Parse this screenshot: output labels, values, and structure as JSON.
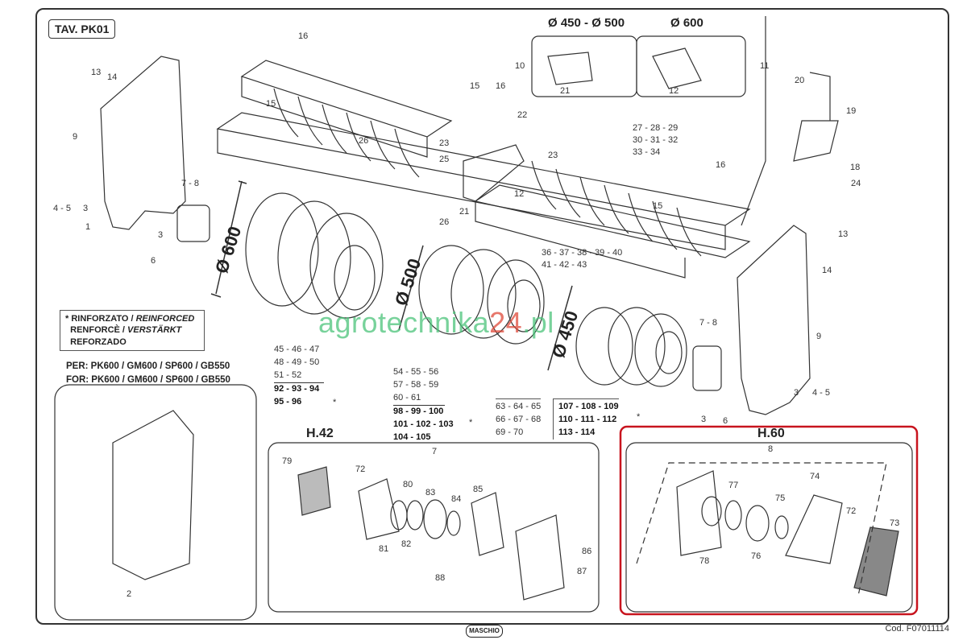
{
  "title": "TAV. PK01",
  "diameters": {
    "d450_500": "Ø 450 - Ø 500",
    "d600": "Ø 600",
    "roller600": "Ø 600",
    "roller500": "Ø 500",
    "roller450": "Ø 450"
  },
  "note": {
    "line1a": "* RINFORZATO / ",
    "line1b": "REINFORCED",
    "line2a": "RENFORCÈ / ",
    "line2b": "VERSTÄRKT",
    "line3": "REFORZADO"
  },
  "models": {
    "per": "PER: PK600 / GM600 / SP600 / GB550",
    "for": "FOR: PK600 / GM600 / SP600 / GB550"
  },
  "groups": {
    "g600": {
      "normal": [
        "45 - 46 - 47",
        "48 - 49 - 50",
        "51 - 52"
      ],
      "reinforced": [
        "92 - 93 - 94",
        "95 - 96"
      ]
    },
    "g500": {
      "normal": [
        "54 - 55 - 56",
        "57 - 58 - 59",
        "60 - 61"
      ],
      "reinforced": [
        "98 - 99 - 100",
        "101 - 102 - 103",
        "104 - 105"
      ]
    },
    "g450": {
      "normal": [
        "63 - 64 - 65",
        "66 - 67 - 68",
        "69 - 70"
      ],
      "reinforced": [
        "107 - 108 - 109",
        "110 - 111 - 112",
        "113 - 114"
      ]
    },
    "asterisk": "*"
  },
  "callouts": [
    "16",
    "13",
    "14",
    "15",
    "15",
    "16",
    "22",
    "9",
    "26",
    "25",
    "23",
    "23",
    "21",
    "12",
    "10",
    "11",
    "20",
    "19",
    "18",
    "24",
    "27 - 28 - 29",
    "30 - 31 - 32",
    "33 - 34",
    "16",
    "12",
    "21",
    "26",
    "7 - 8",
    "4 - 5",
    "3",
    "1",
    "3",
    "6",
    "15",
    "36 - 37 - 38 - 39 - 40",
    "41 - 42 - 43",
    "13",
    "14",
    "9",
    "7 - 8",
    "3",
    "4 - 5",
    "3",
    "6",
    "2"
  ],
  "h42": {
    "title": "H.42",
    "callouts": [
      "7",
      "79",
      "72",
      "80",
      "83",
      "84",
      "85",
      "81",
      "82",
      "88",
      "86",
      "87"
    ]
  },
  "h60": {
    "title": "H.60",
    "callouts": [
      "8",
      "77",
      "74",
      "75",
      "72",
      "73",
      "78",
      "76"
    ],
    "highlight_color": "#c8141e"
  },
  "watermark": {
    "a": "agrotechnika",
    "b": "24",
    "c": ".pl"
  },
  "brand": "MASCHIO",
  "code": "Cod. F07011114"
}
